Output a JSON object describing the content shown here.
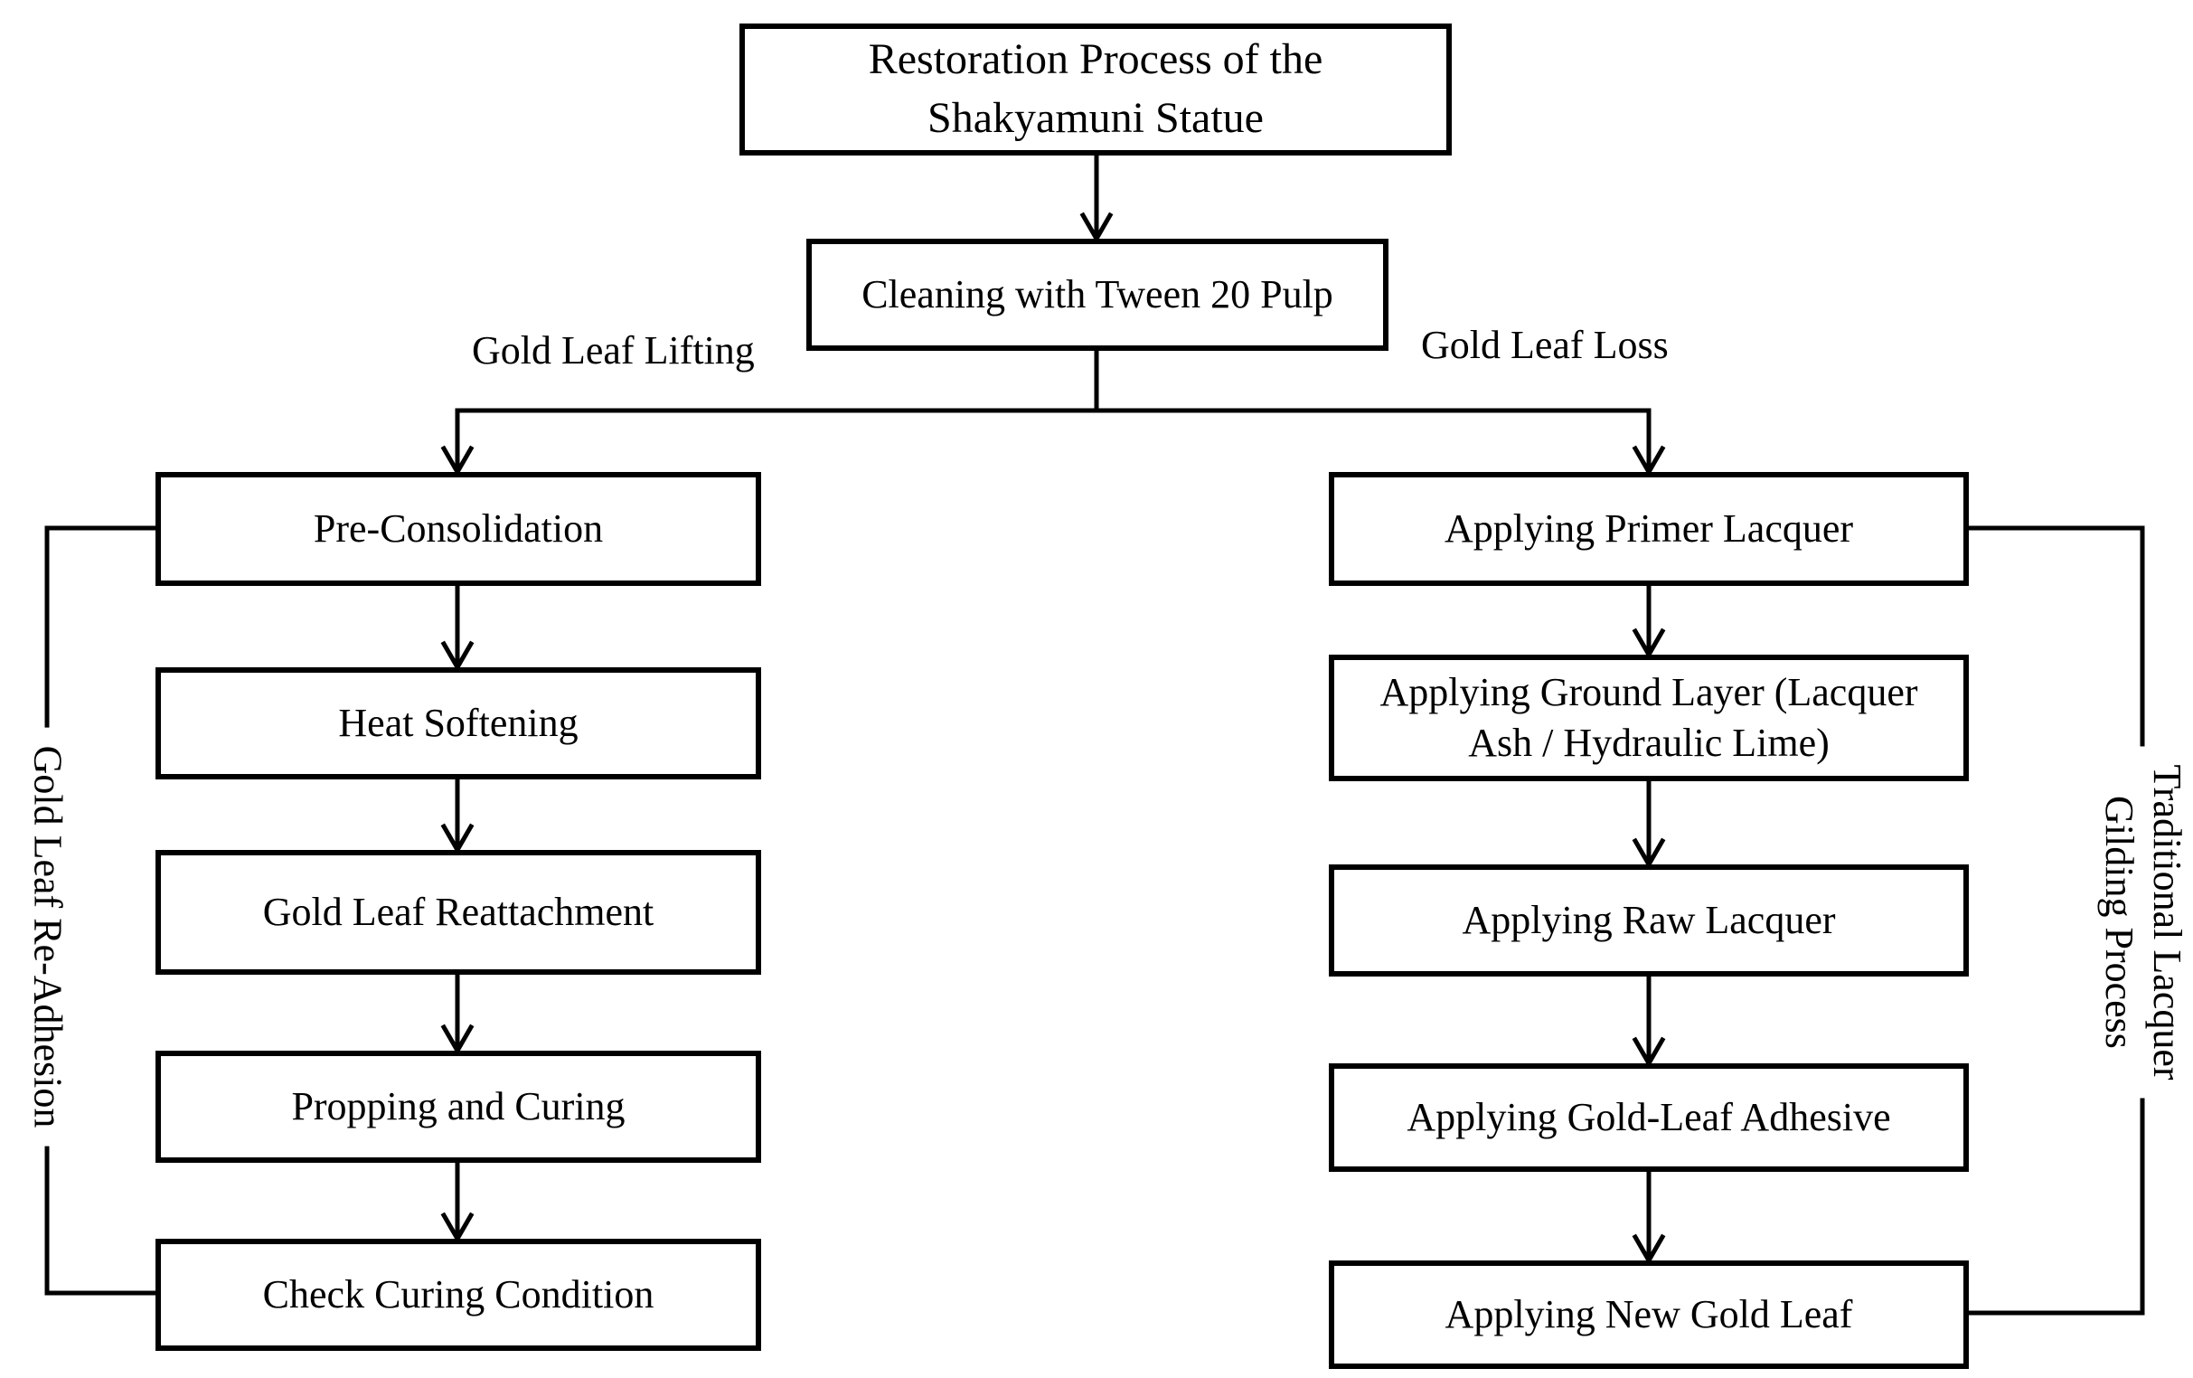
{
  "title_line1": "Restoration Process of the",
  "title_line2": "Shakyamuni Statue",
  "cleaning": "Cleaning with Tween 20 Pulp",
  "branch_left": "Gold Leaf Lifting",
  "branch_right": "Gold Leaf Loss",
  "left_steps": [
    "Pre-Consolidation",
    "Heat Softening",
    "Gold Leaf Reattachment",
    "Propping and Curing",
    "Check Curing Condition"
  ],
  "right_steps": [
    "Applying Primer Lacquer",
    "Applying Ground Layer (Lacquer",
    "Ash / Hydraulic Lime)",
    "Applying Raw Lacquer",
    "Applying Gold-Leaf Adhesive",
    "Applying New Gold Leaf"
  ],
  "left_group": "Gold Leaf Re-Adhesion",
  "right_group_line1": "Traditional Lacquer",
  "right_group_line2": "Gilding Process"
}
